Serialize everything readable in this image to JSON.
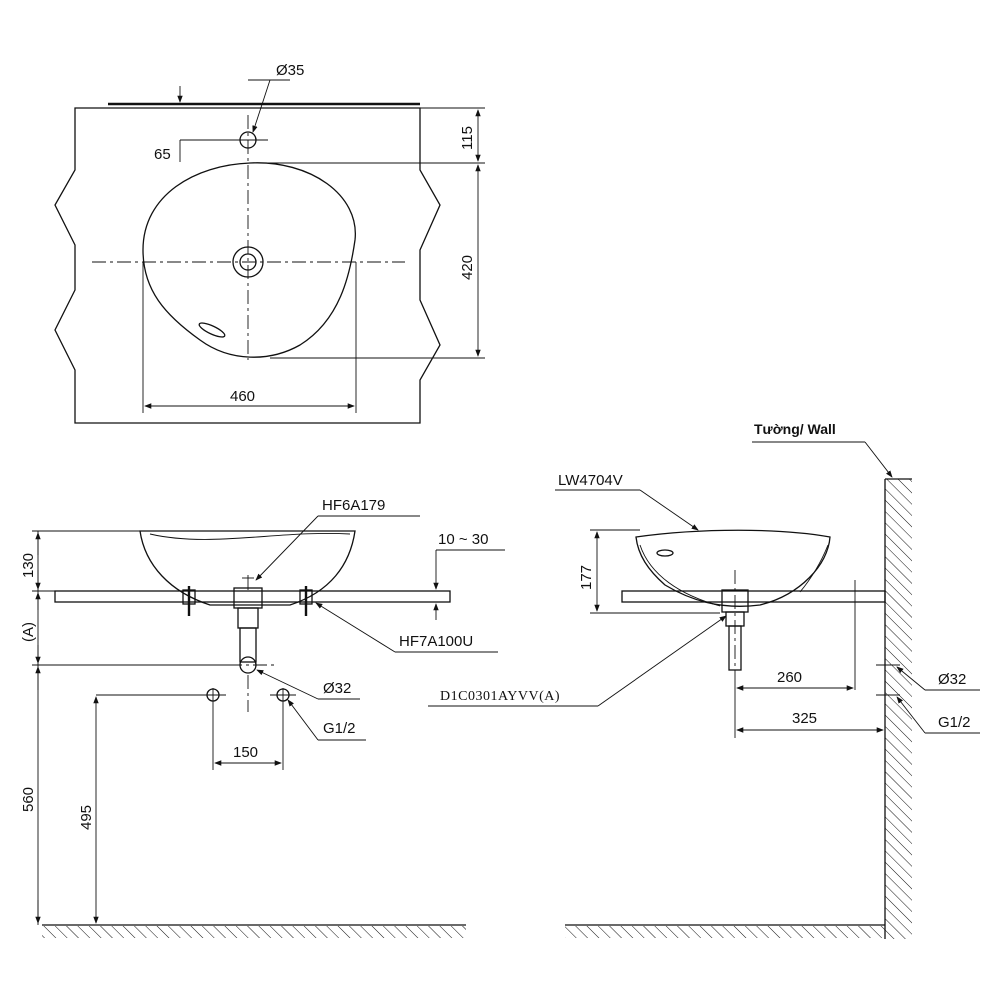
{
  "top_view": {
    "hole_diameter": "Ø35",
    "hole_offset": "65",
    "dim_back": "115",
    "dim_depth": "420",
    "dim_width": "460"
  },
  "front_view": {
    "dim_height": "130",
    "dim_a": "(A)",
    "dim_drain_height": "560",
    "dim_supply_height": "495",
    "dim_supply_spacing": "150",
    "dim_counter_thickness": "10 ~ 30",
    "drain_part": "HF6A179",
    "bracket_part": "HF7A100U",
    "drain_diameter": "Ø32",
    "supply_thread": "G1/2"
  },
  "side_view": {
    "wall_label": "Tường/ Wall",
    "basin_model": "LW4704V",
    "trap_part": "D1C0301AYVV(A)",
    "dim_height": "177",
    "dim_drain_to_wall_inner": "260",
    "dim_drain_to_wall": "325",
    "drain_diameter": "Ø32",
    "supply_thread": "G1/2"
  }
}
